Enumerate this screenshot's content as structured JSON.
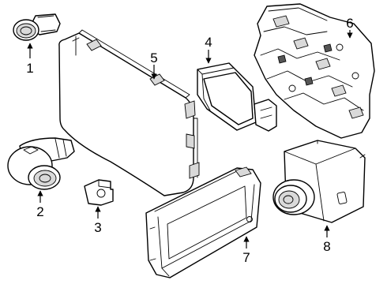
{
  "callouts": [
    {
      "id": 1,
      "label": "1"
    },
    {
      "id": 2,
      "label": "2"
    },
    {
      "id": 3,
      "label": "3"
    },
    {
      "id": 4,
      "label": "4"
    },
    {
      "id": 5,
      "label": "5"
    },
    {
      "id": 6,
      "label": "6"
    },
    {
      "id": 7,
      "label": "7"
    },
    {
      "id": 8,
      "label": "8"
    }
  ]
}
